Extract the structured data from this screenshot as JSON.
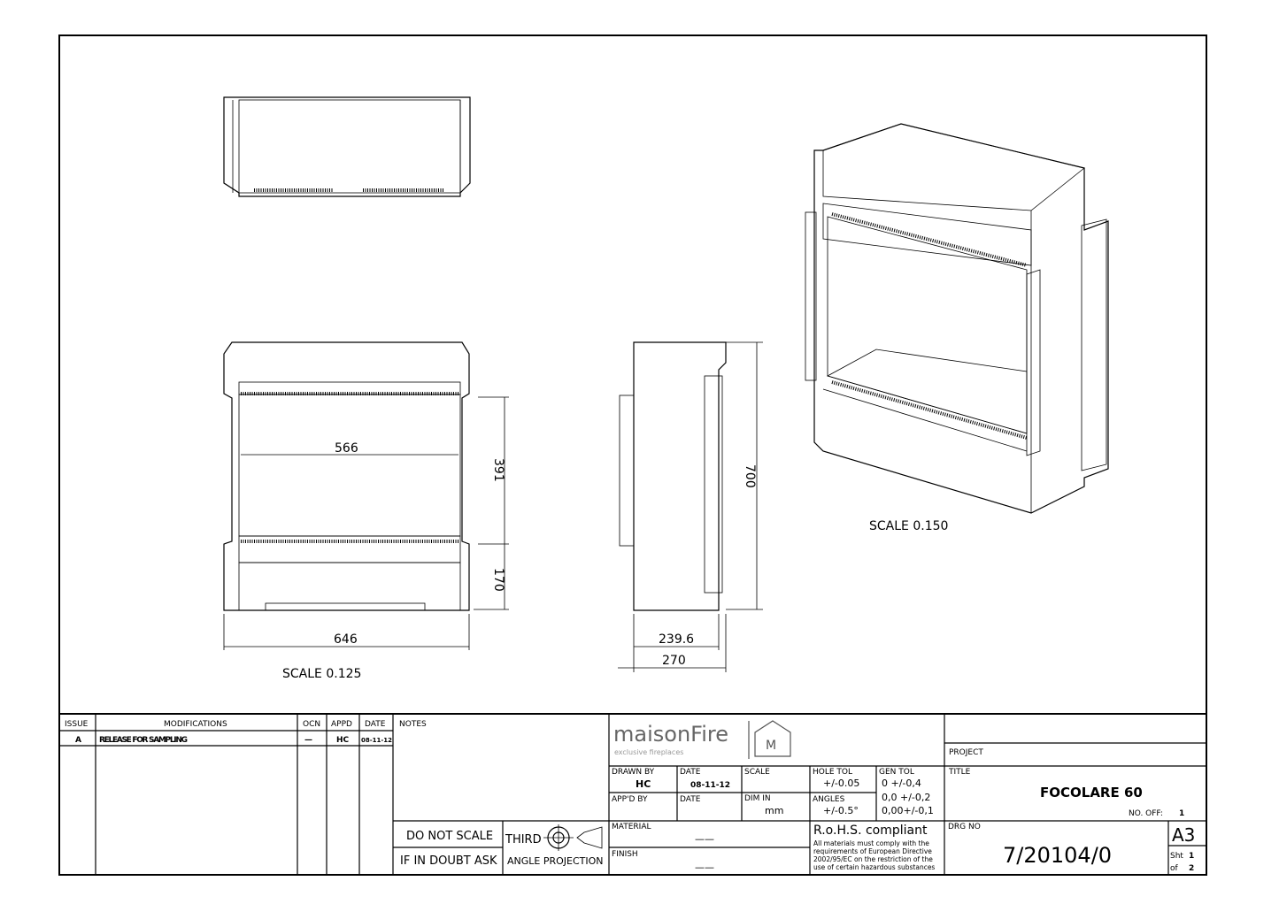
{
  "views": {
    "front": {
      "dimensions": {
        "inner_width": "566",
        "inner_height": "391",
        "lower_height": "170",
        "overall_width": "646"
      },
      "scale_label": "SCALE   0.125"
    },
    "side": {
      "dimensions": {
        "height": "700",
        "depth_inner": "239.6",
        "depth_overall": "270"
      }
    },
    "isometric": {
      "scale_label": "SCALE   0.150"
    }
  },
  "revision_table": {
    "headers": [
      "ISSUE",
      "MODIFICATIONS",
      "OCN",
      "APPD",
      "DATE"
    ],
    "rows": [
      {
        "issue": "A",
        "modification": "RELEASE FOR SAMPLING",
        "ocn": "—",
        "appd": "HC",
        "date": "08-11-12"
      }
    ]
  },
  "notes": {
    "label": "NOTES",
    "do_not_scale": "DO NOT SCALE",
    "if_in_doubt": "IF IN DOUBT ASK",
    "projection_top": "THIRD",
    "projection_bottom": "ANGLE PROJECTION"
  },
  "logo": {
    "brand": "maisonFire",
    "tagline": "exclusive fireplaces"
  },
  "title_block": {
    "project_label": "PROJECT",
    "drawn_by_label": "DRAWN BY",
    "drawn_by": "HC",
    "date_label": "DATE",
    "date": "08-11-12",
    "scale_label": "SCALE",
    "hole_tol_label": "HOLE TOL",
    "hole_tol": "+/-0.05",
    "gen_tol_label": "GEN TOL",
    "gen_tol": [
      "0   +/-0,4",
      "0,0  +/-0,2",
      "0,00+/-0,1"
    ],
    "appd_by_label": "APP'D BY",
    "date2_label": "DATE",
    "dim_in_label": "DIM IN",
    "dim_in": "mm",
    "angles_label": "ANGLES",
    "angles": "+/-0.5°",
    "title_label": "TITLE",
    "title": "FOCOLARE 60",
    "no_off_label": "NO. OFF:",
    "no_off": "1",
    "material_label": "MATERIAL",
    "material": "——",
    "finish_label": "FINISH",
    "finish": "——",
    "rohs_title": "R.o.H.S. compliant",
    "rohs_text": [
      "All materials must comply with the",
      "requirements of European Directive",
      "2002/95/EC on the restriction of the",
      "use of certain hazardous substances"
    ],
    "drg_no_label": "DRG NO",
    "drg_no": "7/20104/0",
    "size": "A3",
    "sheet_label": "Sht",
    "sheet": "1",
    "of_label": "of",
    "of": "2"
  }
}
